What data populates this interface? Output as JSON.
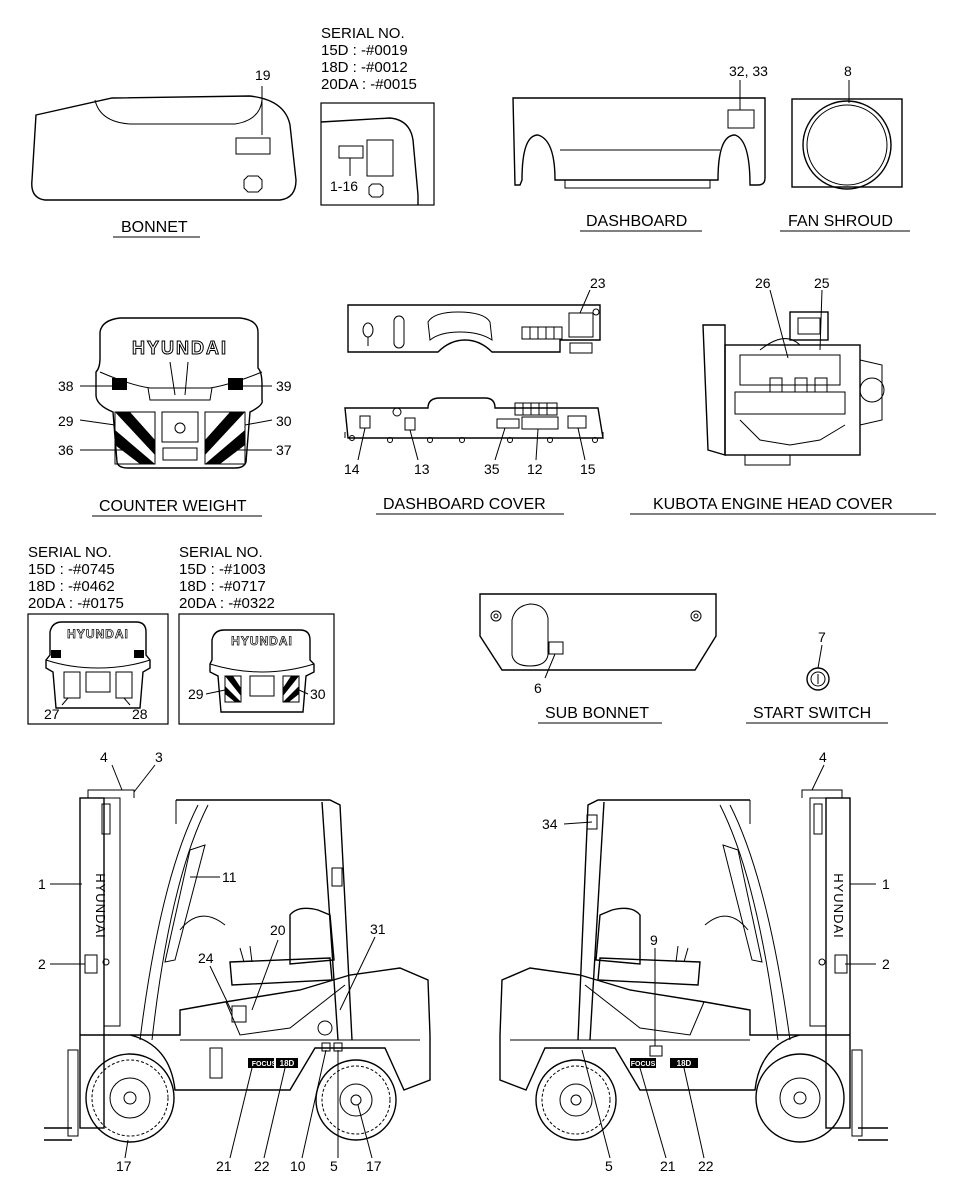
{
  "captions": {
    "bonnet": "BONNET",
    "dashboard": "DASHBOARD",
    "fan_shroud": "FAN SHROUD",
    "counter_weight": "COUNTER WEIGHT",
    "dashboard_cover": "DASHBOARD COVER",
    "engine_head_cover": "KUBOTA ENGINE HEAD COVER",
    "sub_bonnet": "SUB BONNET",
    "start_switch": "START SWITCH"
  },
  "serials": {
    "bonnet": [
      "SERIAL NO.",
      "15D : -#0019",
      "18D : -#0012",
      "20DA : -#0015"
    ],
    "cw_a": [
      "SERIAL NO.",
      "15D : -#0745",
      "18D : -#0462",
      "20DA : -#0175"
    ],
    "cw_b": [
      "SERIAL NO.",
      "15D : -#1003",
      "18D : -#0717",
      "20DA : -#0322"
    ]
  },
  "brand": "HYUNDAI",
  "truck_badges": {
    "series": "FOCUS",
    "model": "18D"
  },
  "labels": {
    "n19": "19",
    "n1_16": "1-16",
    "n32_33": "32, 33",
    "n8": "8",
    "n23": "23",
    "n26": "26",
    "n25": "25",
    "n38": "38",
    "n39": "39",
    "n29": "29",
    "n30": "30",
    "n36": "36",
    "n37": "37",
    "n14": "14",
    "n13": "13",
    "n35": "35",
    "n12": "12",
    "n15": "15",
    "n27": "27",
    "n28": "28",
    "n29b": "29",
    "n30b": "30",
    "n7": "7",
    "n6": "6",
    "l4": "4",
    "l3": "3",
    "l1": "1",
    "l11": "11",
    "l2": "2",
    "l20": "20",
    "l31": "31",
    "l24": "24",
    "l17a": "17",
    "l21": "21",
    "l22": "22",
    "l10": "10",
    "l5": "5",
    "l17b": "17",
    "r4": "4",
    "r34": "34",
    "r1": "1",
    "r9": "9",
    "r2": "2",
    "r5": "5",
    "r21": "21",
    "r22": "22"
  }
}
